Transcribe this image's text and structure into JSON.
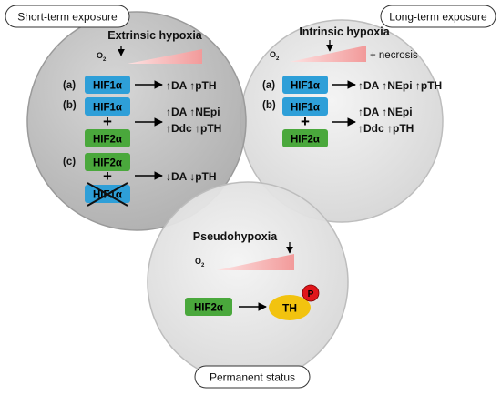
{
  "pills": {
    "short_term": "Short-term exposure",
    "long_term": "Long-term exposure",
    "permanent": "Permanent status"
  },
  "extrinsic": {
    "title": "Extrinsic hypoxia",
    "o2": "O",
    "o2_sub": "2",
    "rows": [
      {
        "label": "(a)",
        "boxes": [
          "HIF1α"
        ],
        "effects": "↑DA ↑pTH"
      },
      {
        "label": "(b)",
        "boxes": [
          "HIF1α",
          "HIF2α"
        ],
        "effects_line1": "↑DA ↑NEpi",
        "effects_line2": "↑Ddc ↑pTH"
      },
      {
        "label": "(c)",
        "boxes": [
          "HIF2α",
          "HIF1α"
        ],
        "effects": "↓DA ↓pTH"
      }
    ]
  },
  "intrinsic": {
    "title": "Intrinsic hypoxia",
    "o2": "O",
    "o2_sub": "2",
    "necrosis": "+ necrosis",
    "rows": [
      {
        "label": "(a)",
        "boxes": [
          "HIF1α"
        ],
        "effects": "↑DA ↑NEpi ↑pTH"
      },
      {
        "label": "(b)",
        "boxes": [
          "HIF1α",
          "HIF2α"
        ],
        "effects_line1": "↑DA ↑NEpi",
        "effects_line2": "↑Ddc ↑pTH"
      }
    ]
  },
  "pseudo": {
    "title": "Pseudohypoxia",
    "o2": "O",
    "o2_sub": "2",
    "box": "HIF2α",
    "th": "TH",
    "p": "P"
  },
  "colors": {
    "hif1": "#2e9fd8",
    "hif2": "#4aa83c",
    "th": "#f2c30f",
    "p": "#e0161b",
    "wedge": "#f4a7a7"
  }
}
